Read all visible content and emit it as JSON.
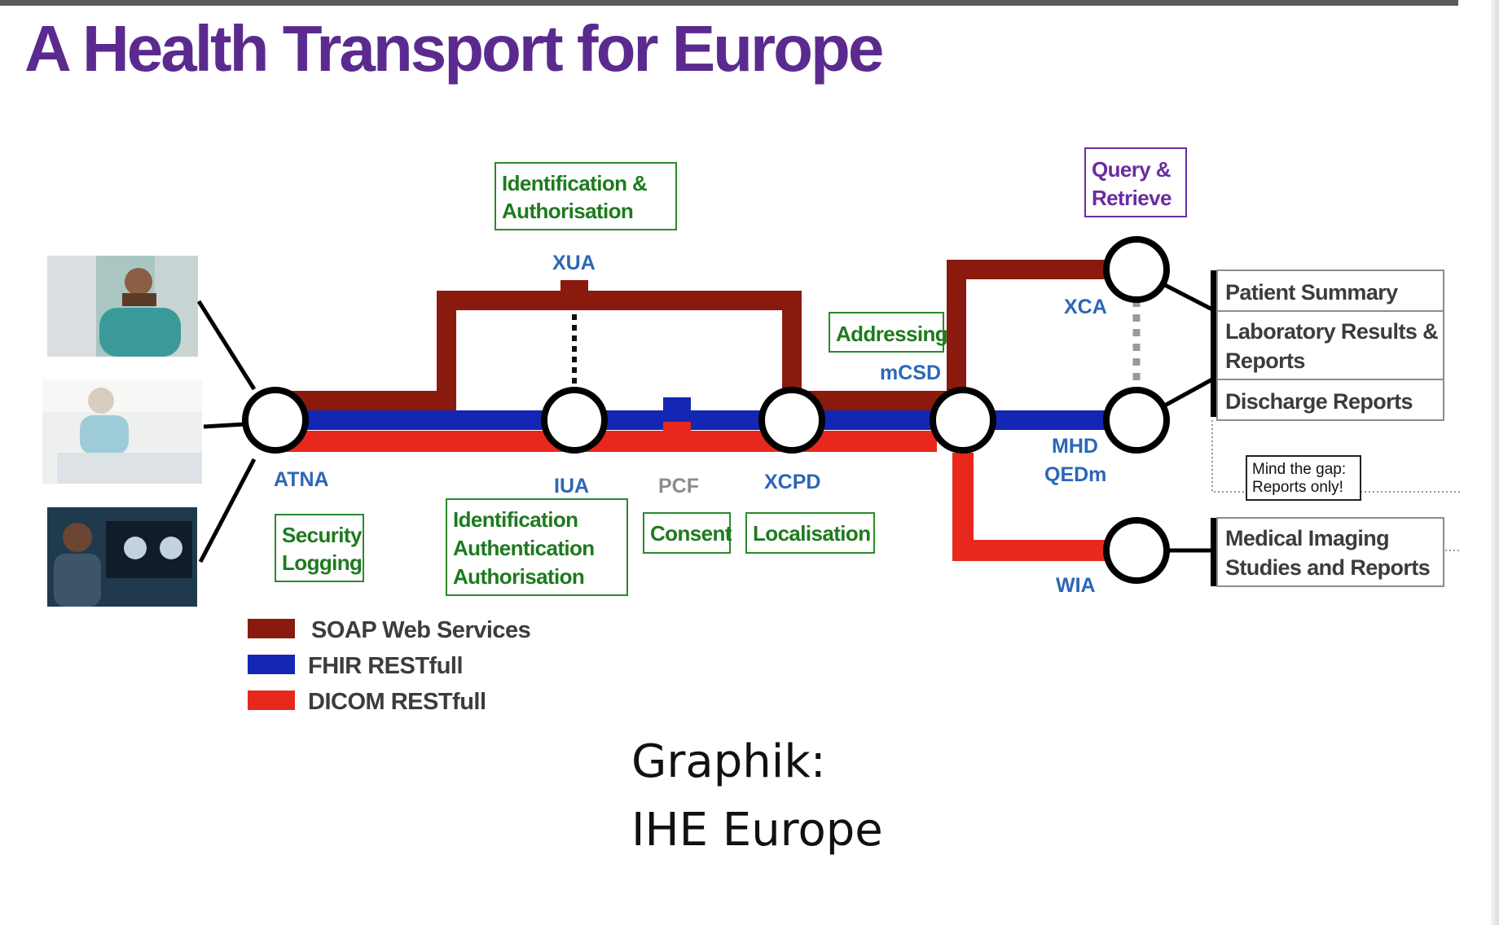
{
  "title": "A Health Transport for Europe",
  "actors": [
    {
      "icon": "clinician-photo"
    },
    {
      "icon": "patient-photo"
    },
    {
      "icon": "radiologist-photo"
    }
  ],
  "stations": {
    "atna": "ATNA",
    "xua": "XUA",
    "iua": "IUA",
    "pcf": "PCF",
    "xcpd": "XCPD",
    "mcsd": "mCSD",
    "xca": "XCA",
    "mhd": "MHD",
    "qedm": "QEDm",
    "wia": "WIA"
  },
  "functions": {
    "identification_authorisation": [
      "Identification &",
      "Authorisation"
    ],
    "security_logging": [
      "Security",
      "Logging"
    ],
    "identification_authentication_authorisation": [
      "Identification",
      "Authentication",
      "Authorisation"
    ],
    "consent": "Consent",
    "localisation": "Localisation",
    "addressing": "Addressing",
    "query_retrieve": [
      "Query &",
      "Retrieve"
    ]
  },
  "documents": {
    "patient_summary": "Patient Summary",
    "lab_results": [
      "Laboratory Results &",
      "Reports"
    ],
    "discharge_reports": "Discharge Reports",
    "imaging": [
      "Medical Imaging",
      "Studies and  Reports"
    ]
  },
  "note": [
    "Mind the gap:",
    "Reports only!"
  ],
  "legend": [
    {
      "label": "SOAP Web Services",
      "color": "#8b1a0e"
    },
    {
      "label": "FHIR RESTfull",
      "color": "#1426b4"
    },
    {
      "label": "DICOM RESTfull",
      "color": "#e8281c"
    }
  ],
  "colors": {
    "soap": "#8b1a0e",
    "fhir": "#1426b4",
    "dicom": "#e8281c",
    "title": "#5b2a8f"
  },
  "caption": [
    "Graphik:",
    "IHE Europe"
  ]
}
